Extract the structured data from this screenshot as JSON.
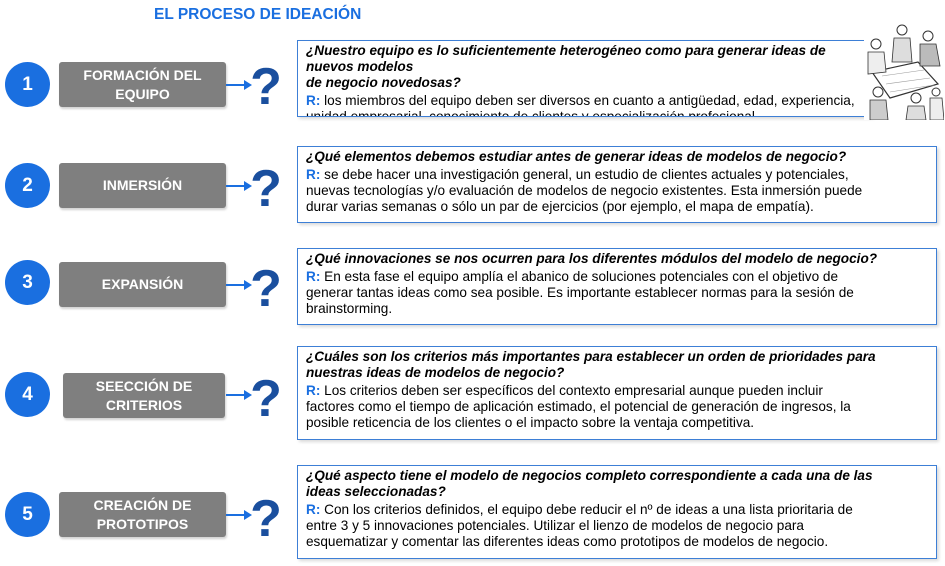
{
  "title": "EL PROCESO DE IDEACIÓN",
  "colors": {
    "accent": "#1a6fe0",
    "stage_box": "#7f7f7f",
    "question_mark": "#1a4f9e",
    "box_border": "#3d7fd6"
  },
  "answer_prefix": "R:",
  "question_mark": "?",
  "illustration": "team-working-around-table-illustration",
  "steps": [
    {
      "number": "1",
      "stage": "FORMACIÓN DEL\nEQUIPO",
      "question": "¿Nuestro equipo es lo suficientemente heterogéneo como para generar ideas de nuevos modelos\nde negocio novedosas?",
      "answer": "los miembros del equipo deben ser diversos en cuanto a antigüedad, edad, experiencia,\nunidad empresarial, conocimiento de clientes y especialización profesional."
    },
    {
      "number": "2",
      "stage": "INMERSIÓN",
      "question": "¿Qué elementos debemos estudiar antes de generar ideas de modelos de negocio?",
      "answer": "se debe hacer una investigación general, un estudio de clientes actuales y potenciales,\nnuevas tecnologías y/o evaluación de modelos de negocio existentes. Esta inmersión puede\ndurar varias semanas o sólo un par de ejercicios (por ejemplo, el mapa de empatía)."
    },
    {
      "number": "3",
      "stage": "EXPANSIÓN",
      "question": "¿Qué innovaciones se nos ocurren para los diferentes módulos del modelo de negocio?",
      "answer": "En esta fase el equipo amplía el abanico de soluciones potenciales con el objetivo de\ngenerar tantas ideas como sea posible. Es importante establecer normas para la sesión de\nbrainstorming."
    },
    {
      "number": "4",
      "stage": "SEECCIÓN DE\nCRITERIOS",
      "question": "¿Cuáles son los criterios más importantes para establecer un orden de prioridades para\nnuestras ideas de modelos de negocio?",
      "answer": "Los criterios deben ser específicos del contexto empresarial aunque pueden incluir\nfactores como el tiempo de aplicación estimado, el potencial de generación de ingresos, la\nposible reticencia de los clientes o el impacto sobre la ventaja competitiva."
    },
    {
      "number": "5",
      "stage": "CREACIÓN DE\nPROTOTIPOS",
      "question": "¿Qué aspecto tiene el modelo de negocios completo correspondiente a cada una de las\nideas seleccionadas?",
      "answer": "Con los criterios definidos, el equipo debe reducir el nº de ideas a una lista prioritaria de\nentre 3 y 5 innovaciones potenciales. Utilizar el lienzo de modelos de negocio para\nesquematizar y comentar las diferentes ideas como prototipos de modelos de negocio."
    }
  ]
}
